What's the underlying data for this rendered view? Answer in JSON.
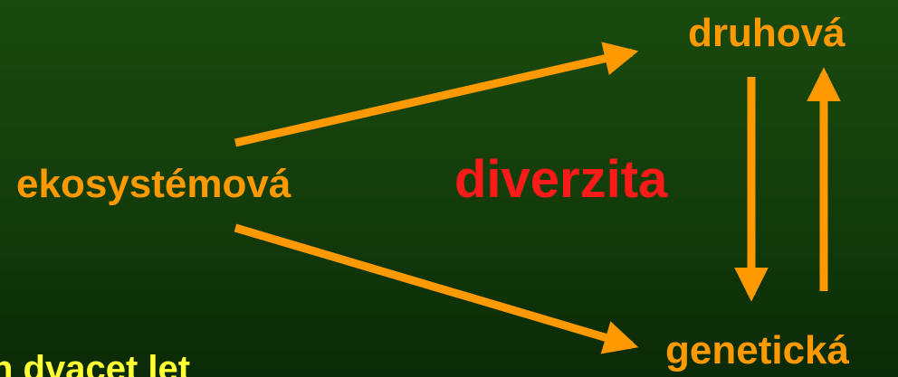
{
  "colors": {
    "orange": "#ff9900",
    "red": "#ff1a1a",
    "yellow": "#ffff33"
  },
  "diagram": {
    "center_label": "diverzita",
    "nodes": {
      "druhova": "druhová",
      "ekosystemova": "ekosystémová",
      "geneticka": "genetická"
    },
    "edges": [
      {
        "from": "ekosystemova",
        "to": "druhova"
      },
      {
        "from": "ekosystemova",
        "to": "geneticka"
      },
      {
        "from": "druhova",
        "to": "geneticka"
      },
      {
        "from": "geneticka",
        "to": "druhova"
      }
    ]
  },
  "bottom_text": "h dvacet let"
}
